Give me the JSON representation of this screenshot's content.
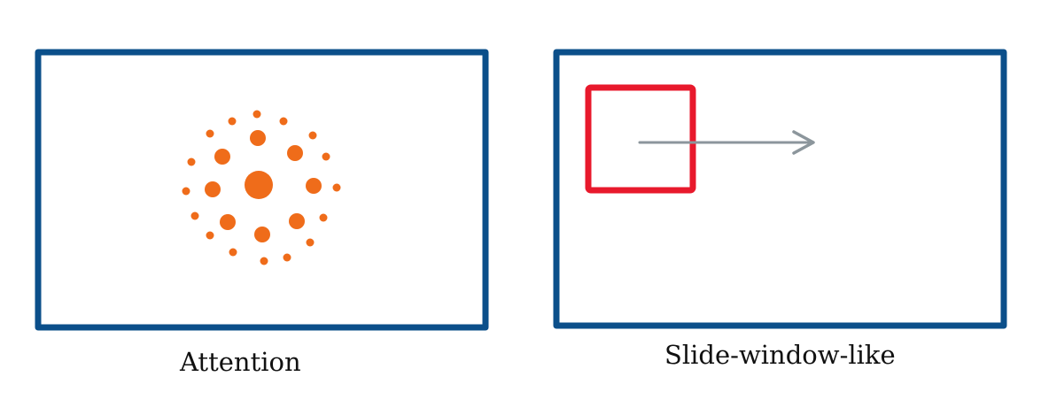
{
  "panels": [
    {
      "caption": "Attention",
      "frame_color": "#0b4f8a",
      "dot_color": "#ef6c1a"
    },
    {
      "caption": "Slide-window-like",
      "frame_color": "#0b4f8a",
      "window_color": "#e8192c",
      "arrow_color": "#8c969c",
      "arrow_direction": "right"
    }
  ]
}
